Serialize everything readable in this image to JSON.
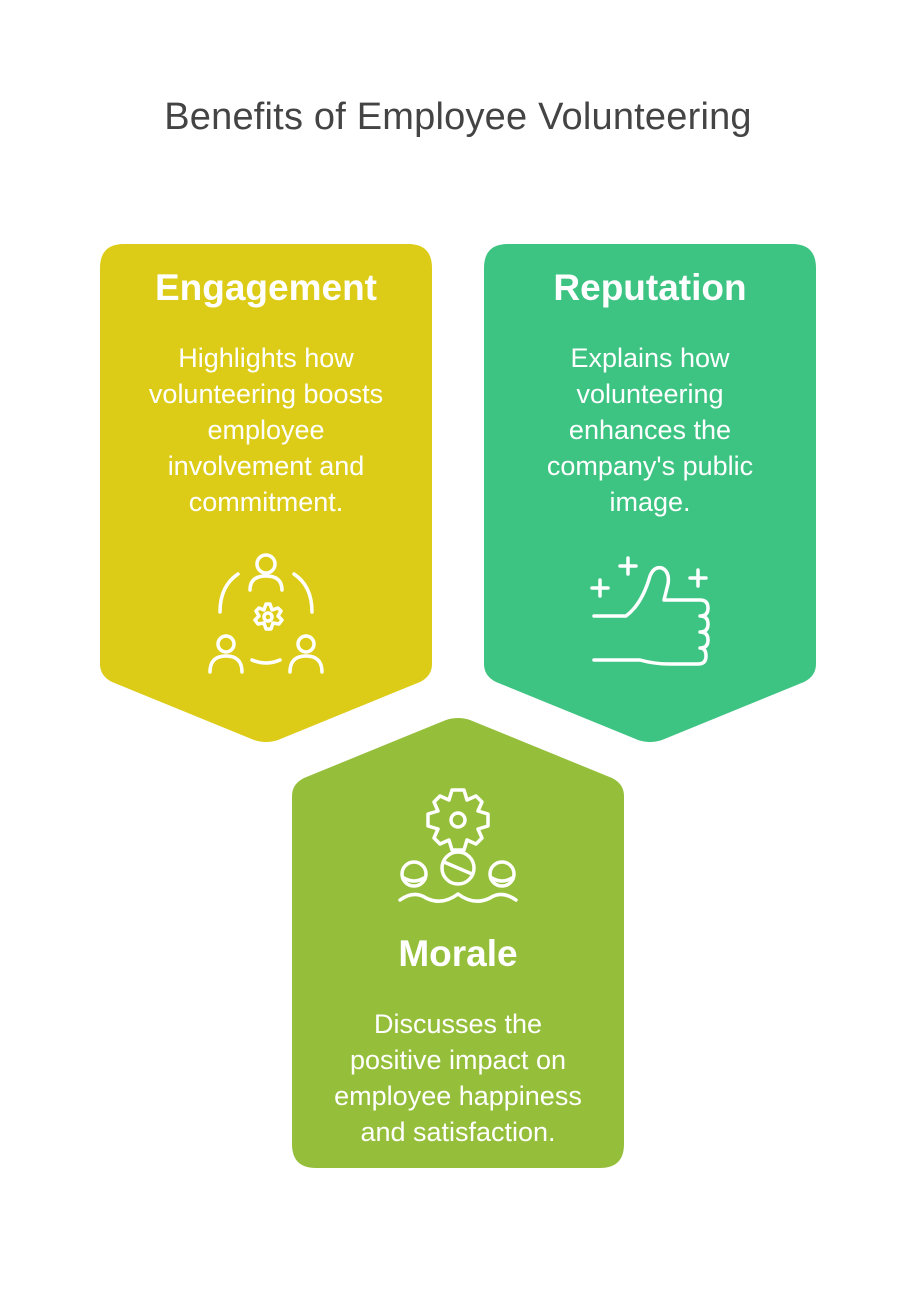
{
  "title": "Benefits of Employee Volunteering",
  "colors": {
    "engagement": "#DDCC17",
    "reputation": "#3DC482",
    "morale": "#95BF3A",
    "title_text": "#444444",
    "card_text": "#FFFFFF"
  },
  "cards": [
    {
      "heading": "Engagement",
      "lines": [
        "Highlights how",
        "volunteering boosts",
        "employee",
        "involvement and",
        "commitment."
      ],
      "icon": "team-gear-icon"
    },
    {
      "heading": "Reputation",
      "lines": [
        "Explains how",
        "volunteering",
        "enhances the",
        "company's public",
        "image."
      ],
      "icon": "thumbs-up-sparkle-icon"
    },
    {
      "heading": "Morale",
      "lines": [
        "Discusses the",
        "positive impact on",
        "employee happiness",
        "and satisfaction."
      ],
      "icon": "happy-team-gear-icon"
    }
  ]
}
